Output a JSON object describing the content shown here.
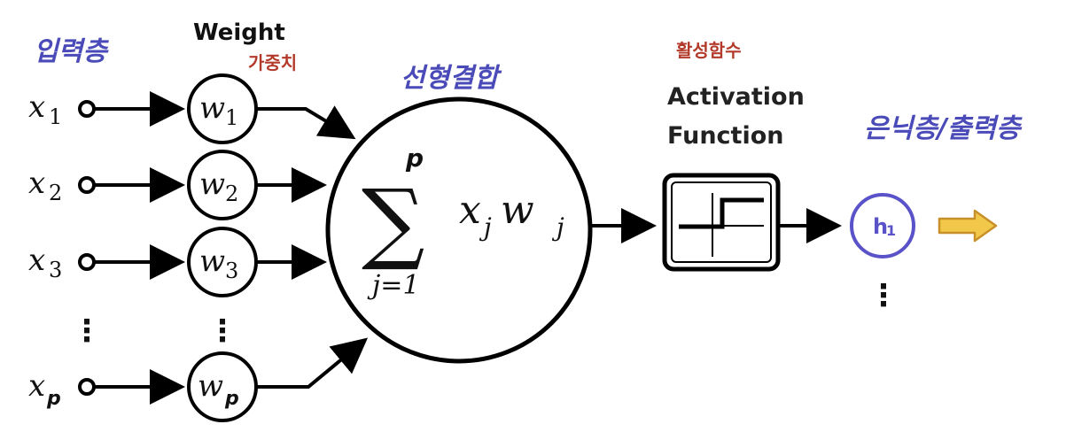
{
  "labels": {
    "input_layer": "입력층",
    "weight_en": "Weight",
    "weight_ko": "가중치",
    "linear_combination": "선형결합",
    "activation_ko": "활성함수",
    "activation_en_line1": "Activation",
    "activation_en_line2": "Function",
    "hidden_output_layer": "은닉층/출력층"
  },
  "inputs": [
    {
      "var": "x",
      "sub": "1"
    },
    {
      "var": "x",
      "sub": "2"
    },
    {
      "var": "x",
      "sub": "3"
    },
    {
      "var": "x",
      "sub": "p"
    }
  ],
  "weights": [
    {
      "var": "w",
      "sub": "1"
    },
    {
      "var": "w",
      "sub": "2"
    },
    {
      "var": "w",
      "sub": "3"
    },
    {
      "var": "w",
      "sub": "p"
    }
  ],
  "ellipsis": "⋮",
  "summation": {
    "symbol": "∑",
    "upper": "p",
    "lower": "j=1",
    "term_x": "x",
    "term_x_sub": "j",
    "term_w": "w",
    "term_w_sub": "j"
  },
  "output_node": {
    "var": "h",
    "sub": "1"
  },
  "colors": {
    "blue_label": "#4a4ab8",
    "red_label": "#b33a2a",
    "black": "#000000",
    "output_ring": "#5a52c8",
    "arrow_fill": "#f2c84b",
    "arrow_stroke": "#c8902a"
  }
}
